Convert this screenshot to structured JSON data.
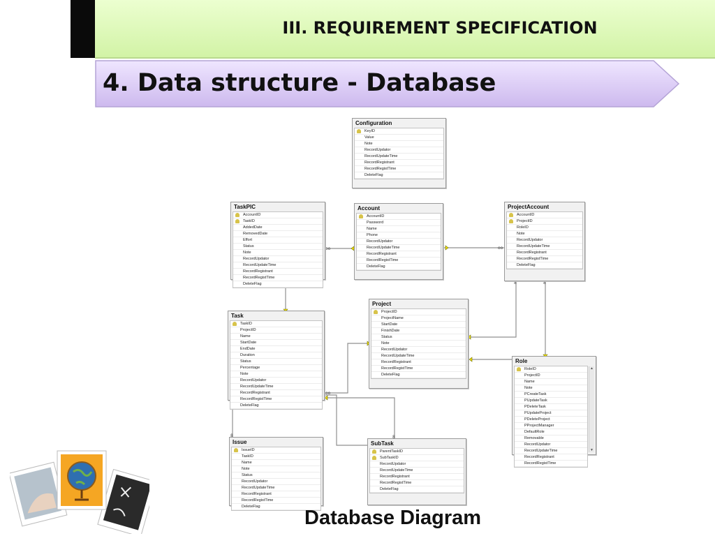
{
  "header": {
    "title": "III. REQUIREMENT SPECIFICATION",
    "subtitle": "4. Data structure - Database"
  },
  "caption": "Database Diagram",
  "colors": {
    "header_green": "#d9f5b4",
    "ribbon_purple": "#d9c9f2"
  },
  "tables": {
    "configuration": {
      "name": "Configuration",
      "rows": [
        {
          "label": "KeyID",
          "key": true
        },
        {
          "label": "Value"
        },
        {
          "label": "Note"
        },
        {
          "label": "RecordUpdator"
        },
        {
          "label": "RecordUpdateTime"
        },
        {
          "label": "RecordRegistrant"
        },
        {
          "label": "RecordRegistTime"
        },
        {
          "label": "DeleteFlag"
        }
      ]
    },
    "taskpic": {
      "name": "TaskPIC",
      "rows": [
        {
          "label": "AccountID",
          "key": true
        },
        {
          "label": "TaskID",
          "key": true
        },
        {
          "label": "AddedDate"
        },
        {
          "label": "RemovedDate"
        },
        {
          "label": "Effort"
        },
        {
          "label": "Status"
        },
        {
          "label": "Note"
        },
        {
          "label": "RecordUpdator"
        },
        {
          "label": "RecordUpdateTime"
        },
        {
          "label": "RecordRegistrant"
        },
        {
          "label": "RecordRegistTime"
        },
        {
          "label": "DeleteFlag"
        }
      ]
    },
    "account": {
      "name": "Account",
      "rows": [
        {
          "label": "AccountID",
          "key": true
        },
        {
          "label": "Password"
        },
        {
          "label": "Name"
        },
        {
          "label": "Phone"
        },
        {
          "label": "RecordUpdator"
        },
        {
          "label": "RecordUpdateTime"
        },
        {
          "label": "RecordRegistrant"
        },
        {
          "label": "RecordRegistTime"
        },
        {
          "label": "DeleteFlag"
        }
      ]
    },
    "projectaccount": {
      "name": "ProjectAccount",
      "rows": [
        {
          "label": "AccountID",
          "key": true
        },
        {
          "label": "ProjectID",
          "key": true
        },
        {
          "label": "RoleID"
        },
        {
          "label": "Note"
        },
        {
          "label": "RecordUpdator"
        },
        {
          "label": "RecordUpdateTime"
        },
        {
          "label": "RecordRegistrant"
        },
        {
          "label": "RecordRegistTime"
        },
        {
          "label": "DeleteFlag"
        }
      ]
    },
    "task": {
      "name": "Task",
      "rows": [
        {
          "label": "TaskID",
          "key": true
        },
        {
          "label": "ProjectID"
        },
        {
          "label": "Name"
        },
        {
          "label": "StartDate"
        },
        {
          "label": "EndDate"
        },
        {
          "label": "Duration"
        },
        {
          "label": "Status"
        },
        {
          "label": "Percentage"
        },
        {
          "label": "Note"
        },
        {
          "label": "RecordUpdator"
        },
        {
          "label": "RecordUpdateTime"
        },
        {
          "label": "RecordRegistrant"
        },
        {
          "label": "RecordRegistTime"
        },
        {
          "label": "DeleteFlag"
        }
      ]
    },
    "project": {
      "name": "Project",
      "rows": [
        {
          "label": "ProjectID",
          "key": true
        },
        {
          "label": "ProjectName"
        },
        {
          "label": "StartDate"
        },
        {
          "label": "FinishDate"
        },
        {
          "label": "Status"
        },
        {
          "label": "Note"
        },
        {
          "label": "RecordUpdator"
        },
        {
          "label": "RecordUpdateTime"
        },
        {
          "label": "RecordRegistrant"
        },
        {
          "label": "RecordRegistTime"
        },
        {
          "label": "DeleteFlag"
        }
      ]
    },
    "role": {
      "name": "Role",
      "rows": [
        {
          "label": "RoleID",
          "key": true
        },
        {
          "label": "ProjectID"
        },
        {
          "label": "Name"
        },
        {
          "label": "Note"
        },
        {
          "label": "PCreateTask"
        },
        {
          "label": "PUpdateTask"
        },
        {
          "label": "PDeleteTask"
        },
        {
          "label": "PUpdateProject"
        },
        {
          "label": "PDeleteProject"
        },
        {
          "label": "PProjectManager"
        },
        {
          "label": "DefaultRole"
        },
        {
          "label": "Removable"
        },
        {
          "label": "RecordUpdator"
        },
        {
          "label": "RecordUpdateTime"
        },
        {
          "label": "RecordRegistrant"
        },
        {
          "label": "RecordRegistTime"
        }
      ]
    },
    "issue": {
      "name": "Issue",
      "rows": [
        {
          "label": "IssueID",
          "key": true
        },
        {
          "label": "TaskID"
        },
        {
          "label": "Name"
        },
        {
          "label": "Note"
        },
        {
          "label": "Status"
        },
        {
          "label": "RecordUpdator"
        },
        {
          "label": "RecordUpdateTime"
        },
        {
          "label": "RecordRegistrant"
        },
        {
          "label": "RecordRegistTime"
        },
        {
          "label": "DeleteFlag"
        }
      ]
    },
    "subtask": {
      "name": "SubTask",
      "rows": [
        {
          "label": "ParentTaskID",
          "key": true
        },
        {
          "label": "SubTaskID",
          "key": true
        },
        {
          "label": "RecordUpdator"
        },
        {
          "label": "RecordUpdateTime"
        },
        {
          "label": "RecordRegistrant"
        },
        {
          "label": "RecordRegistTime"
        },
        {
          "label": "DeleteFlag"
        }
      ]
    }
  }
}
